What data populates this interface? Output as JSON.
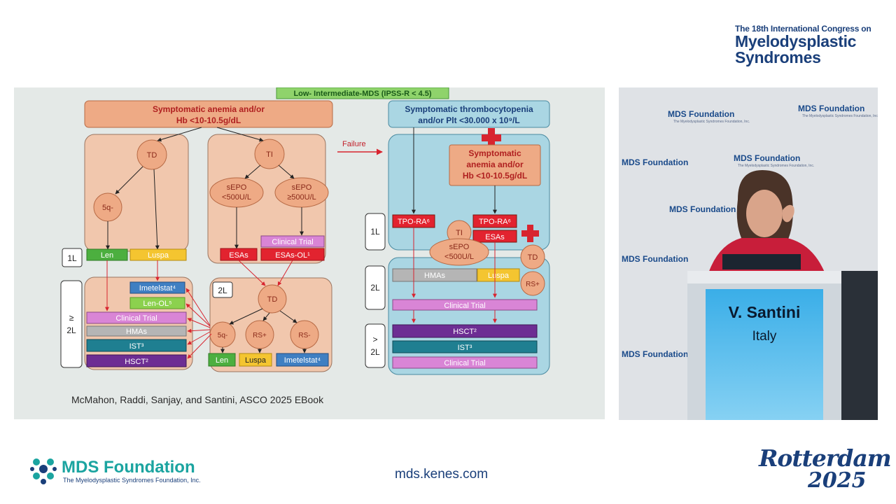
{
  "congress": {
    "line1": "The 18th International Congress on",
    "line2": "Myelodysplastic",
    "line3": "Syndromes"
  },
  "slide": {
    "title": "Low- Intermediate-MDS (IPSS-R < 4.5)",
    "left_header": [
      "Symptomatic anemia and/or",
      "Hb <10-10.5g/dL"
    ],
    "right_header": [
      "Symptomatic thrombocytopenia",
      "and/or Plt <30.000 x 10⁹/L"
    ],
    "right_inner": [
      "Symptomatic",
      "anemia and/or",
      "Hb <10-10.5g/dL"
    ],
    "failure": "Failure",
    "nodes": {
      "td": "TD",
      "ti": "TI",
      "fiveq": "5q-",
      "sepo_low": [
        "sEPO",
        "<500U/L"
      ],
      "sepo_high": [
        "sEPO",
        "≥500U/L"
      ],
      "rs_pos": "RS+",
      "rs_neg": "RS-",
      "td2": "TD",
      "ti2": "TI",
      "sepo_right": [
        "sEPO",
        "<500U/L"
      ]
    },
    "lines": {
      "1l": "1L",
      "2l": "2L",
      "ge2l_a": "≥",
      "ge2l_b": "2L",
      "gt2l_a": ">",
      "gt2l_b": "2L"
    },
    "boxes": {
      "len": "Len",
      "luspa": "Luspa",
      "esas": "ESAs",
      "clinical_trial": "Clinical Trial",
      "esas_ol": "ESAs-OL¹",
      "imetelstat": "Imetelstat⁴",
      "len_ol": "Len-OL⁵",
      "hmas": "HMAs",
      "ist": "IST³",
      "hsct": "HSCT²",
      "tpo_ra": "TPO-RA⁶"
    },
    "citation": "McMahon, Raddi, Sanjay, and Santini, ASCO 2025 EBook"
  },
  "speaker": {
    "name": "V. Santini",
    "country": "Italy",
    "backdrop_label": "MDS Foundation",
    "backdrop_sub": "The Myelodysplastic Syndromes Foundation, Inc."
  },
  "footer": {
    "logo_title": "MDS Foundation",
    "logo_sub": "The Myelodysplastic Syndromes Foundation, Inc.",
    "url": "mds.kenes.com",
    "city": "Rotterdam",
    "year": "2025"
  },
  "colors": {
    "navy": "#1a3f7a",
    "teal": "#1ba4a0",
    "salmon_bg": "#f1c7ad",
    "blue_bg": "#aad6e3",
    "node": "#eeaa85",
    "arrow_red": "#d8242f",
    "green": "#4caf3f",
    "yellow": "#f4c530",
    "red": "#e2232f",
    "pink": "#d985d6",
    "grey": "#b5b5b5",
    "teal_box": "#1f7f91",
    "purple": "#6d2d93",
    "steel": "#3f7fc2",
    "lime": "#8cd14e"
  }
}
